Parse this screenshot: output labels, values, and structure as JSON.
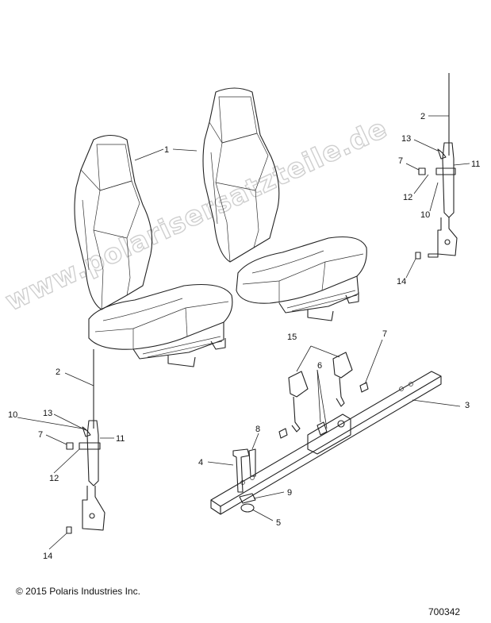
{
  "watermark": "www.polarisersatzteile.de",
  "copyright": "© 2015 Polaris Industries Inc.",
  "diagram_number": "700342",
  "callouts": {
    "seat": "1",
    "belt_left": "2",
    "belt_right": "2",
    "mount_tube": "3",
    "bolt": "4",
    "nut": "5",
    "bracket": "6",
    "nut_right": "7",
    "screw": "8",
    "washer": "9",
    "cable_left": "10",
    "cable_right": "10",
    "clip_left": "11",
    "clip_right": "11",
    "spacer_left": "12",
    "spacer_right": "12",
    "guide_left": "13",
    "guide_right": "13",
    "fastener_left": "14",
    "fastener_right": "14",
    "buckle_assy": "15",
    "nut7_left": "7",
    "nut7_right": "7"
  }
}
